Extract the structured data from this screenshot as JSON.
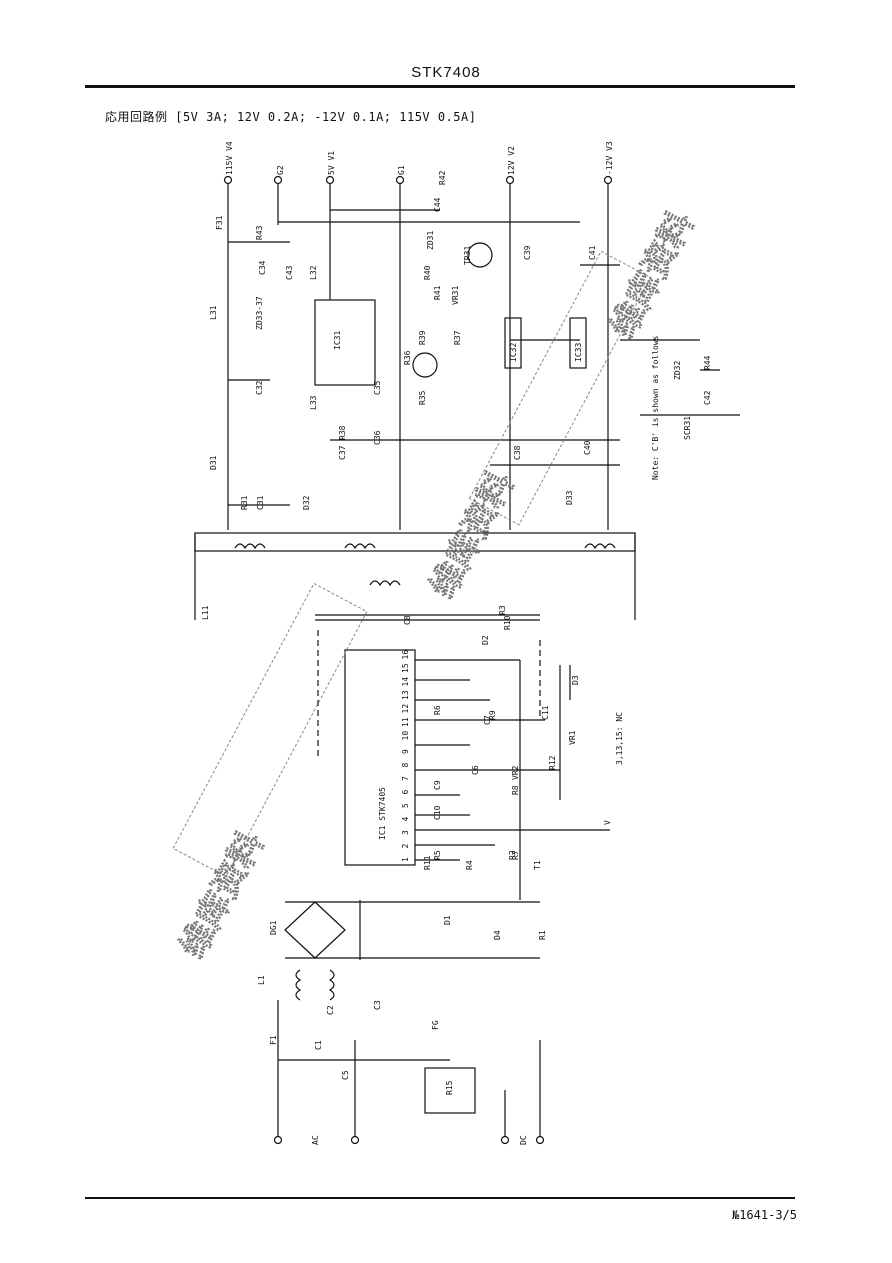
{
  "header": {
    "part_number": "STK7408",
    "subtitle": "応用回路例 [5V 3A; 12V 0.2A; -12V 0.1A; 115V 0.5A]"
  },
  "footer": {
    "page_number": "№1641-3/5"
  },
  "schematic": {
    "outputs": [
      "115V V4",
      "G2",
      "5V V1",
      "G1",
      "12V V2",
      "-12V V3"
    ],
    "ic_main": "IC1 STK7405",
    "ic_pins": [
      "1",
      "2",
      "3",
      "4",
      "5",
      "6",
      "7",
      "8",
      "9",
      "10",
      "11",
      "12",
      "13",
      "14",
      "15",
      "16"
    ],
    "ics": [
      "IC31",
      "IC32",
      "IC33"
    ],
    "inputs": [
      "AC",
      "DC"
    ],
    "parts": [
      "F31",
      "R43",
      "C34",
      "C43",
      "L31",
      "ZD33-37",
      "C32",
      "D31",
      "R31",
      "C31",
      "D32",
      "L32",
      "L33",
      "C35",
      "C36",
      "R38",
      "C37",
      "R39",
      "R37",
      "R36",
      "R35",
      "ZD31",
      "TR31",
      "R40",
      "R41",
      "R42",
      "C44",
      "VR31",
      "C38",
      "C39",
      "C40",
      "C41",
      "R44",
      "C42",
      "ZD32",
      "SCR31",
      "D33",
      "L11",
      "F1",
      "L1",
      "C1",
      "C2",
      "C3",
      "C5",
      "R15",
      "DG1",
      "D1",
      "D4",
      "R1",
      "T1",
      "R2",
      "R3",
      "R4",
      "R5",
      "R6",
      "R7",
      "R8",
      "R9",
      "R10",
      "R11",
      "R12",
      "C6",
      "C7",
      "C8",
      "C9",
      "C10",
      "C11",
      "VR1",
      "VR2",
      "D2",
      "D3",
      "FG"
    ],
    "notes": [
      "3,13,15: NC",
      "Note: C'B' is shown as follows",
      "V"
    ]
  },
  "watermark": {
    "text": "维库资料"
  }
}
